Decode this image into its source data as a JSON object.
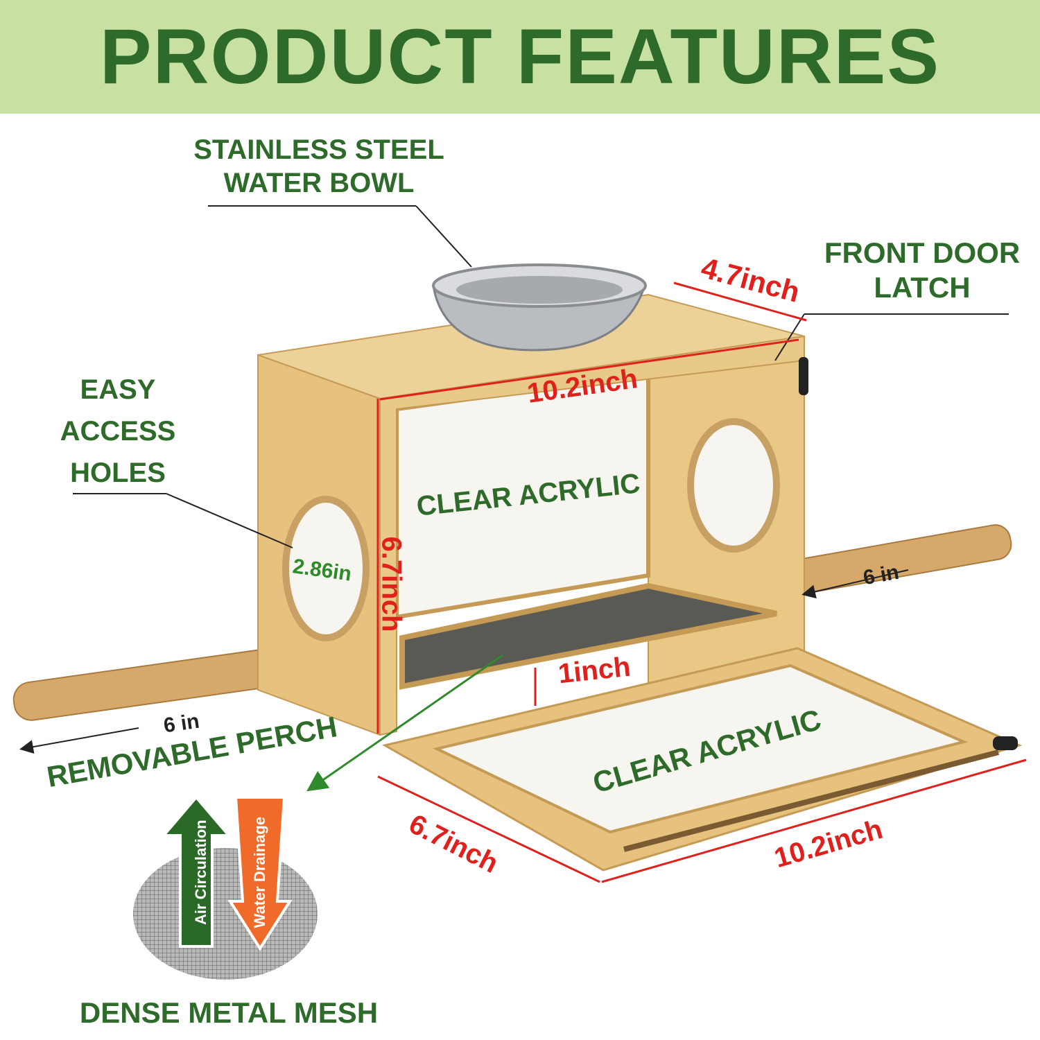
{
  "header": {
    "title": "PRODUCT FEATURES"
  },
  "labels": {
    "bowl_line1": "STAINLESS STEEL",
    "bowl_line2": "WATER BOWL",
    "latch_line1": "FRONT DOOR",
    "latch_line2": "LATCH",
    "holes_line1": "EASY",
    "holes_line2": "ACCESS",
    "holes_line3": "HOLES",
    "acrylic_back": "CLEAR ACRYLIC",
    "acrylic_door": "CLEAR ACRYLIC",
    "perch": "REMOVABLE PERCH",
    "mesh": "DENSE METAL MESH",
    "air": "Air Circulation",
    "water": "Water Drainage"
  },
  "dimensions": {
    "depth": "4.7inch",
    "width": "10.2inch",
    "height": "6.7inch",
    "tray": "1inch",
    "hole": "2.86in",
    "perch_right": "6 in",
    "perch_left": "6 in",
    "door_height": "6.7inch",
    "door_width": "10.2inch"
  },
  "colors": {
    "banner": "#c9e0a3",
    "label_green": "#2e6b2a",
    "dimension_red": "#e0201c",
    "wood": "#e8c884",
    "arrow_orange": "#f06a2a"
  }
}
